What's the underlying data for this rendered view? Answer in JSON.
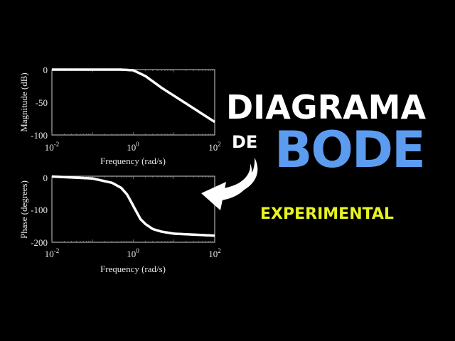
{
  "title": {
    "line1": "DIAGRAMA",
    "line2_small": "DE",
    "line2_large": "BODE",
    "subtitle": "EXPERIMENTAL",
    "colors": {
      "line1": "#ffffff",
      "bode": "#5b9cf0",
      "subtitle": "#e8f51e",
      "background": "#000000"
    }
  },
  "magnitude_plot": {
    "ylabel": "Magnitude (dB)",
    "xlabel": "Frequency (rad/s)",
    "yticks": [
      "0",
      "-50",
      "-100"
    ],
    "xticks": [
      {
        "base": "10",
        "exp": "-2"
      },
      {
        "base": "10",
        "exp": "0"
      },
      {
        "base": "10",
        "exp": "2"
      }
    ]
  },
  "phase_plot": {
    "ylabel": "Phase (degrees)",
    "xlabel": "Frequency (rad/s)",
    "yticks": [
      "0",
      "-100",
      "-200"
    ],
    "xticks": [
      {
        "base": "10",
        "exp": "-2"
      },
      {
        "base": "10",
        "exp": "0"
      },
      {
        "base": "10",
        "exp": "2"
      }
    ]
  },
  "arrow": {
    "icon": "curved-arrow-left-icon",
    "color": "#ffffff"
  },
  "chart_data": [
    {
      "type": "line",
      "title": "",
      "xlabel": "Frequency (rad/s)",
      "ylabel": "Magnitude (dB)",
      "xscale": "log",
      "xlim": [
        0.01,
        100
      ],
      "ylim": [
        -100,
        0
      ],
      "xticks": [
        "10^-2",
        "10^0",
        "10^2"
      ],
      "yticks": [
        0,
        -50,
        -100
      ],
      "grid": false,
      "series": [
        {
          "name": "Magnitude",
          "x": [
            0.01,
            0.1,
            0.5,
            1,
            2,
            5,
            10,
            20,
            50,
            100
          ],
          "y": [
            0,
            0,
            0,
            -1,
            -10,
            -28,
            -40,
            -52,
            -68,
            -80
          ]
        }
      ]
    },
    {
      "type": "line",
      "title": "",
      "xlabel": "Frequency (rad/s)",
      "ylabel": "Phase (degrees)",
      "xscale": "log",
      "xlim": [
        0.01,
        100
      ],
      "ylim": [
        -200,
        0
      ],
      "xticks": [
        "10^-2",
        "10^0",
        "10^2"
      ],
      "yticks": [
        0,
        -100,
        -200
      ],
      "grid": false,
      "series": [
        {
          "name": "Phase",
          "x": [
            0.01,
            0.1,
            0.3,
            0.5,
            0.7,
            1,
            1.5,
            2,
            3,
            5,
            10,
            100
          ],
          "y": [
            -1,
            -7,
            -20,
            -35,
            -55,
            -90,
            -130,
            -145,
            -160,
            -168,
            -174,
            -180
          ]
        }
      ]
    }
  ]
}
